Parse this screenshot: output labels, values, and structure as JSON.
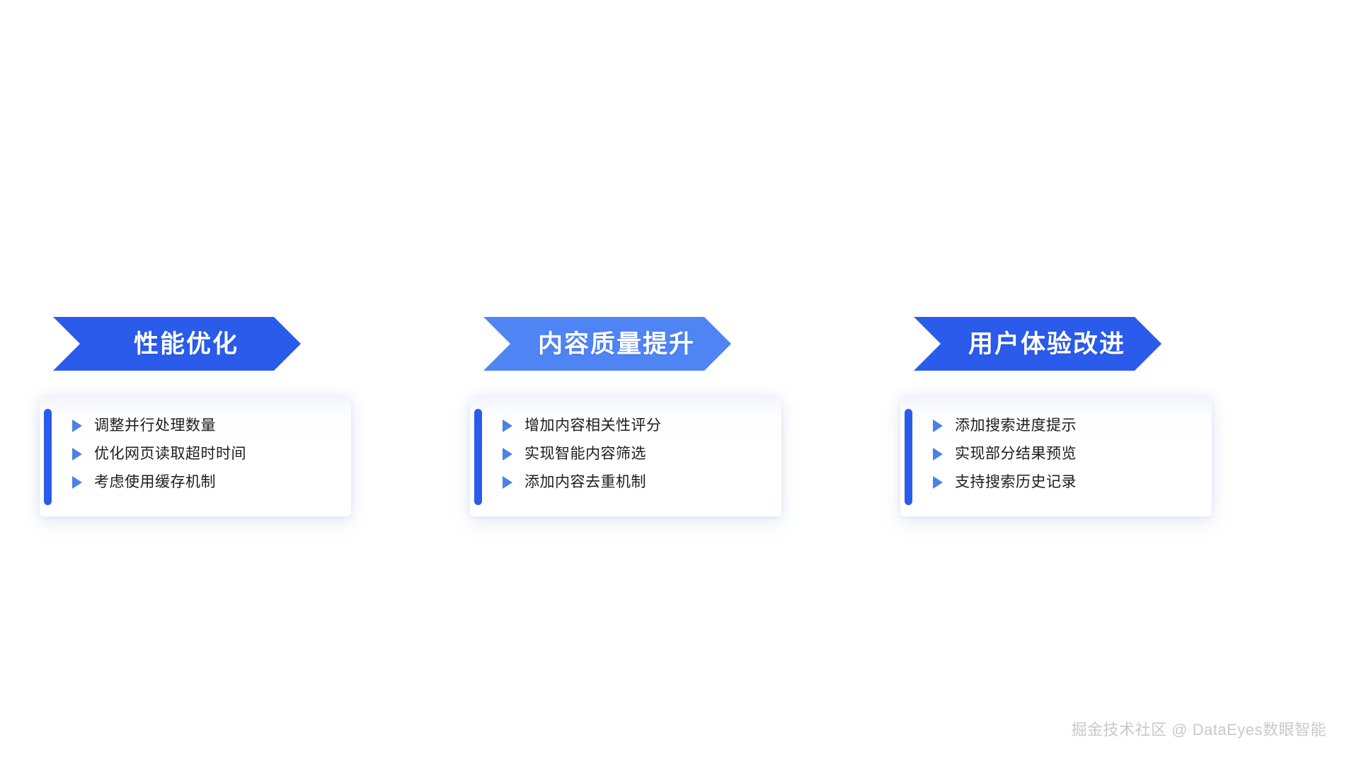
{
  "slide": {
    "background_color": "#ffffff",
    "watermark": "掘金技术社区 @ DataEyes数眼智能"
  },
  "theme": {
    "banner_primary": "#2a5bea",
    "banner_secondary": "#4f84f5",
    "accent_bar": "#2a5bea",
    "bullet_color": "#4a82e8",
    "card_background": "#ffffff",
    "text_color": "#1d1d1f",
    "watermark_color": "#c9c9cc"
  },
  "columns": [
    {
      "banner": {
        "title": "性能优化",
        "color": "#2a5bea",
        "shape": "chevron-arrow"
      },
      "card": {
        "accent_color": "#2a5bea",
        "items": [
          {
            "bullet": "triangle-right-icon",
            "text": "调整并行处理数量"
          },
          {
            "bullet": "triangle-right-icon",
            "text": "优化网页读取超时时间"
          },
          {
            "bullet": "triangle-right-icon",
            "text": "考虑使用缓存机制"
          }
        ]
      }
    },
    {
      "banner": {
        "title": "内容质量提升",
        "color": "#4f84f5",
        "shape": "chevron-arrow"
      },
      "card": {
        "accent_color": "#2a5bea",
        "items": [
          {
            "bullet": "triangle-right-icon",
            "text": "增加内容相关性评分"
          },
          {
            "bullet": "triangle-right-icon",
            "text": "实现智能内容筛选"
          },
          {
            "bullet": "triangle-right-icon",
            "text": "添加内容去重机制"
          }
        ]
      }
    },
    {
      "banner": {
        "title": "用户体验改进",
        "color": "#2a5bea",
        "shape": "chevron-arrow"
      },
      "card": {
        "accent_color": "#2a5bea",
        "items": [
          {
            "bullet": "triangle-right-icon",
            "text": "添加搜索进度提示"
          },
          {
            "bullet": "triangle-right-icon",
            "text": "实现部分结果预览"
          },
          {
            "bullet": "triangle-right-icon",
            "text": "支持搜索历史记录"
          }
        ]
      }
    }
  ]
}
